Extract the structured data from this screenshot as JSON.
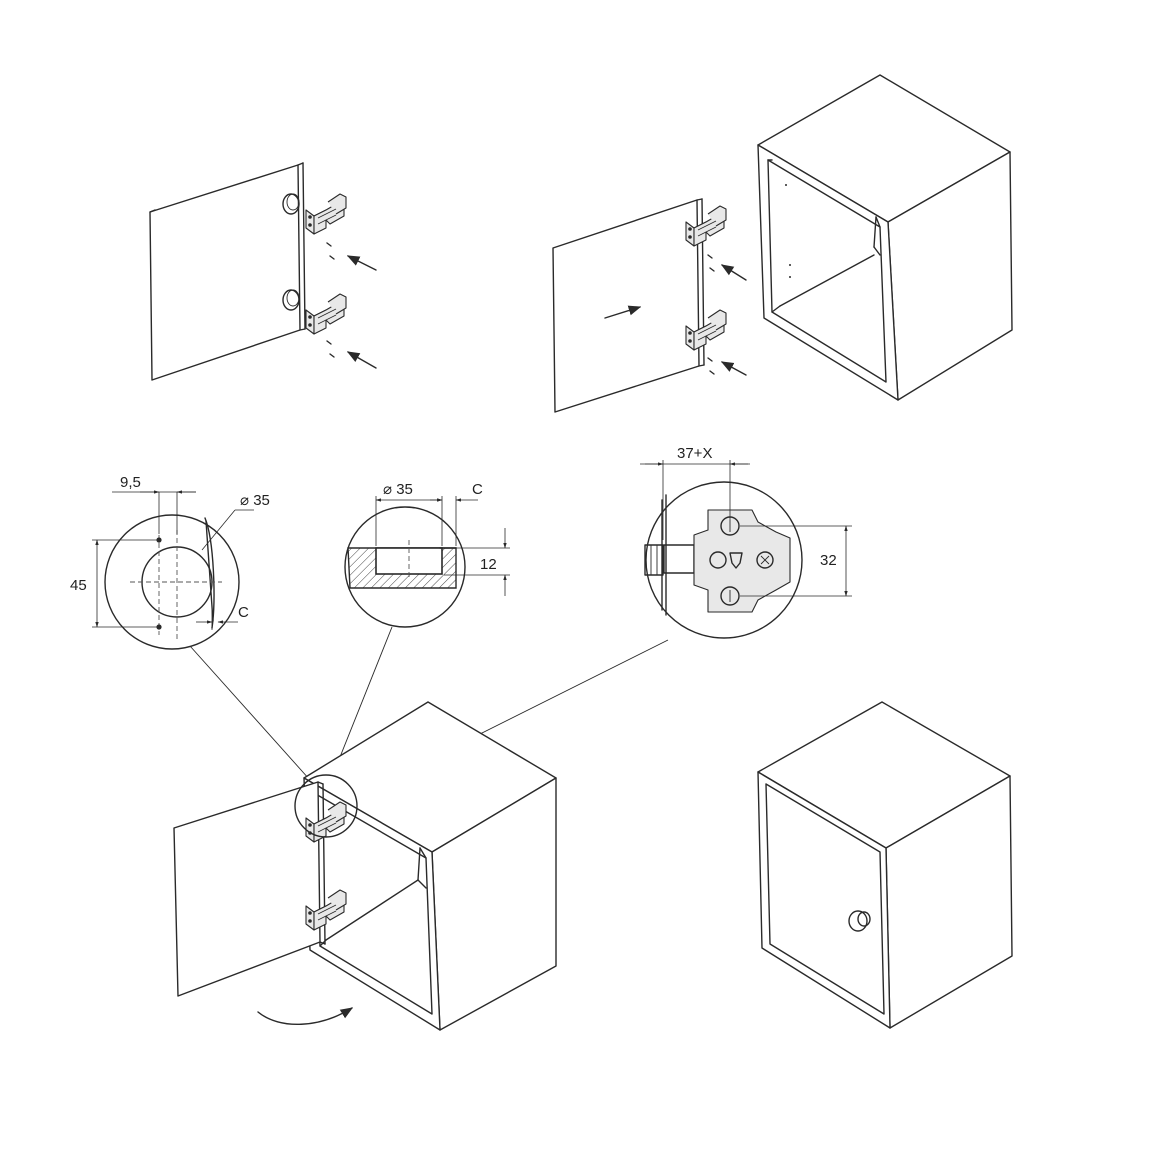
{
  "diagram": {
    "labels": {
      "offset_label": "9,5",
      "cup_diameter_label": "⌀ 35",
      "door_height_label": "45",
      "edge_c_label": "C",
      "section_diameter_label": "⌀ 35",
      "section_c_label": "C",
      "depth_label": "12",
      "plate_width_label": "37+X",
      "plate_height_label": "32"
    },
    "colors": {
      "line": "#2a2a2a",
      "background": "#ffffff",
      "hinge_fill": "#e8e8e8"
    }
  }
}
